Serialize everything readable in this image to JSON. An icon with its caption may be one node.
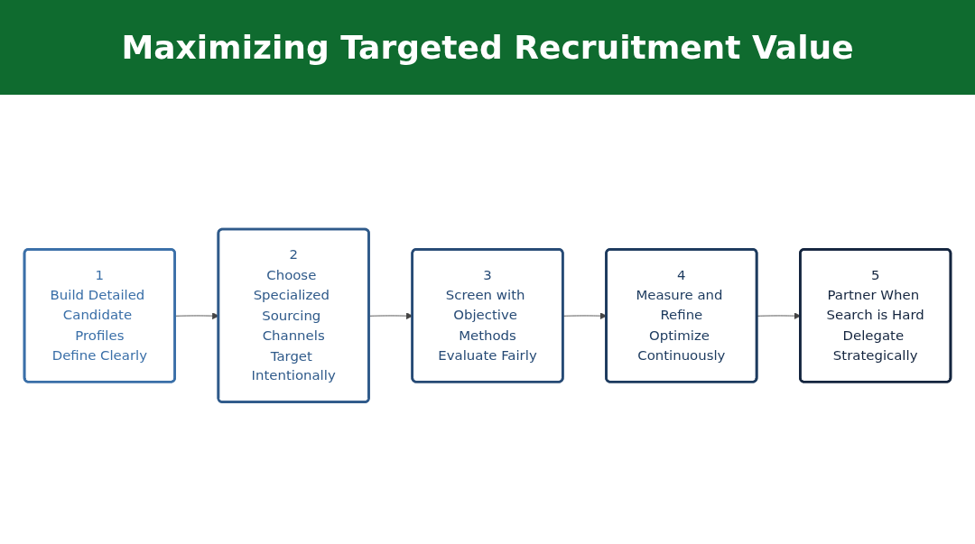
{
  "diagram": {
    "title": "Maximizing Targeted Recruitment Value",
    "nodes": [
      {
        "text": [
          "1",
          "Build Detailed Candidate Profiles",
          "Define Clearly"
        ]
      },
      {
        "text": [
          "2",
          "Choose Specialized Sourcing Channels",
          "Target Intentionally"
        ]
      },
      {
        "text": [
          "3",
          "Screen with Objective Methods",
          "Evaluate Fairly"
        ]
      },
      {
        "text": [
          "4",
          "Measure and Refine",
          "Optimize Continuously"
        ]
      },
      {
        "text": [
          "5",
          "Partner When Search is Hard",
          "Delegate Strategically"
        ]
      }
    ],
    "edges": [
      {
        "from": 0,
        "to": 1,
        "arrow": "to"
      },
      {
        "from": 1,
        "to": 2,
        "arrow": "to"
      },
      {
        "from": 2,
        "to": 3,
        "arrow": "to"
      },
      {
        "from": 3,
        "to": 4,
        "arrow": "to"
      }
    ]
  }
}
